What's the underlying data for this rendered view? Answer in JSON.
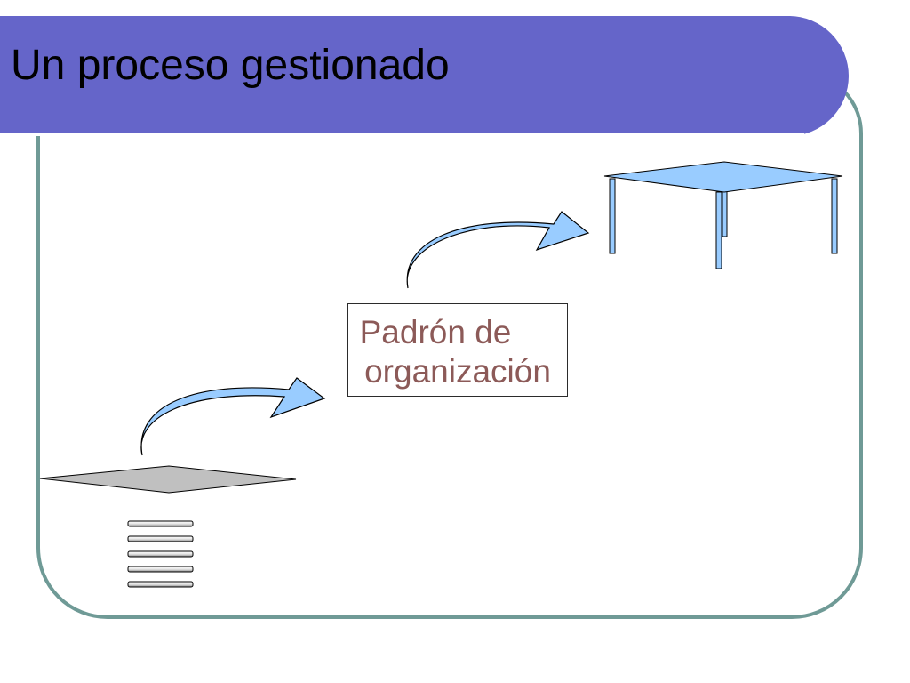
{
  "slide": {
    "title": "Un proceso gestionado"
  },
  "diagram": {
    "label_box": {
      "line1": "Padrón de",
      "line2": "organización"
    },
    "icons": [
      "stacked-planks-icon",
      "base-platform-icon",
      "curved-arrow-up-icon",
      "curved-arrow-up-icon",
      "table-icon"
    ]
  },
  "colors": {
    "title_bar": "#6565c9",
    "frame_border": "#6f9a96",
    "arrow_fill": "#99ccff",
    "table_top": "#99ccff",
    "platform_fill": "#c0c0c0",
    "label_text": "#8c5a58"
  }
}
